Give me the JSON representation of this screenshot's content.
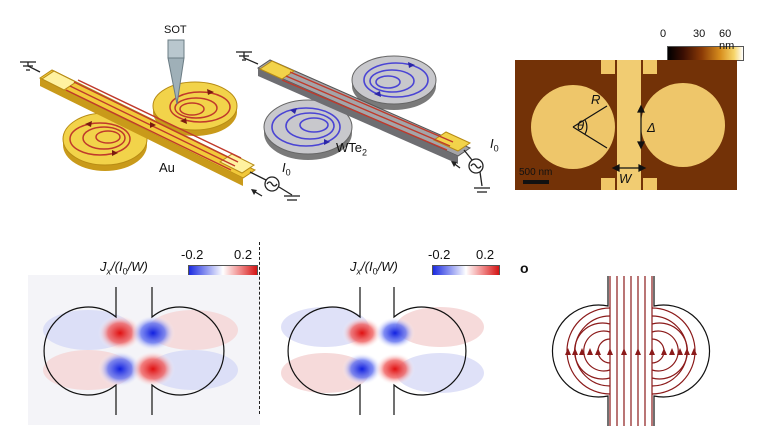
{
  "panels": {
    "au_device": {
      "probe_label": "SOT",
      "material_label": "Au",
      "current_symbol": "I",
      "current_sub": "0"
    },
    "wte2_device": {
      "material_main": "WTe",
      "material_sub": "2",
      "current_symbol": "I",
      "current_sub": "0"
    },
    "afm_image": {
      "colorbar_ticks": [
        "0",
        "30",
        "60 nm"
      ],
      "scale_bar_label": "500 nm",
      "labels": {
        "R": "R",
        "theta": "θ",
        "delta": "Δ",
        "W": "W"
      }
    },
    "map_measured": {
      "quantity_label": "J",
      "quantity_sub": "x",
      "quantity_rest": "/(I",
      "quantity_rest_sub": "0",
      "quantity_tail": "/W)",
      "colorbar_min": "-0.2",
      "colorbar_max": "0.2"
    },
    "map_simulated": {
      "quantity_label": "J",
      "quantity_sub": "x",
      "quantity_rest": "/(I",
      "quantity_rest_sub": "0",
      "quantity_tail": "/W)",
      "colorbar_min": "-0.2",
      "colorbar_max": "0.2"
    },
    "streamlines": {
      "panel_letter": "o"
    }
  },
  "colors": {
    "gold": "#e8c13a",
    "current_red": "#c0392b",
    "vortex_blue": "#4a44d4",
    "stream_red": "#8b1a1a"
  }
}
